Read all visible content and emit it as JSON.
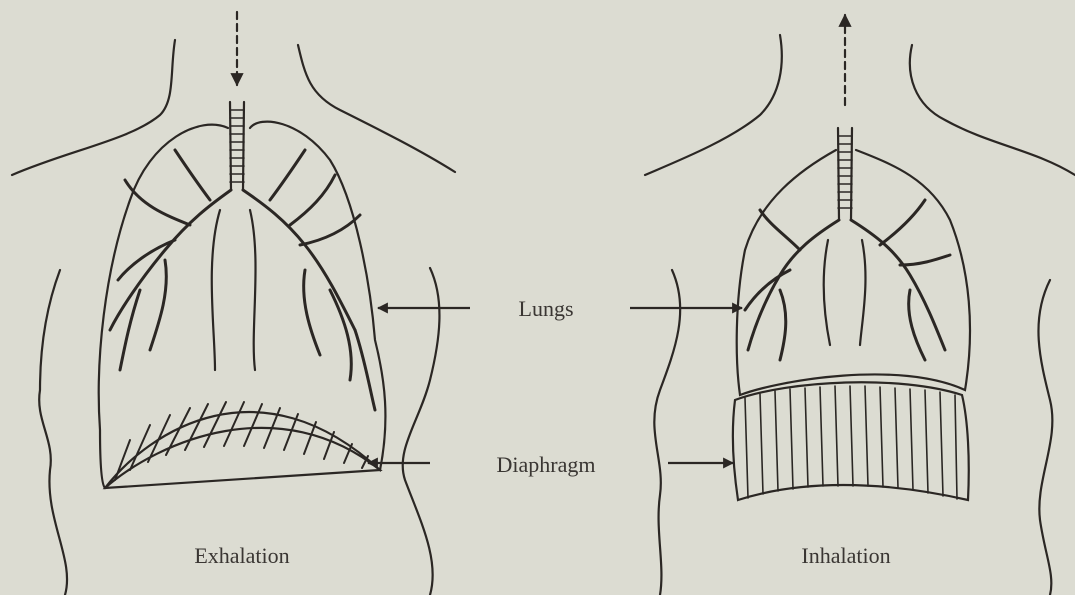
{
  "labels": {
    "lungs": "Lungs",
    "diaphragm": "Diaphragm",
    "exhalation": "Exhalation",
    "inhalation": "Inhalation"
  },
  "colors": {
    "background": "#dcdcd2",
    "ink": "#2b2724"
  }
}
